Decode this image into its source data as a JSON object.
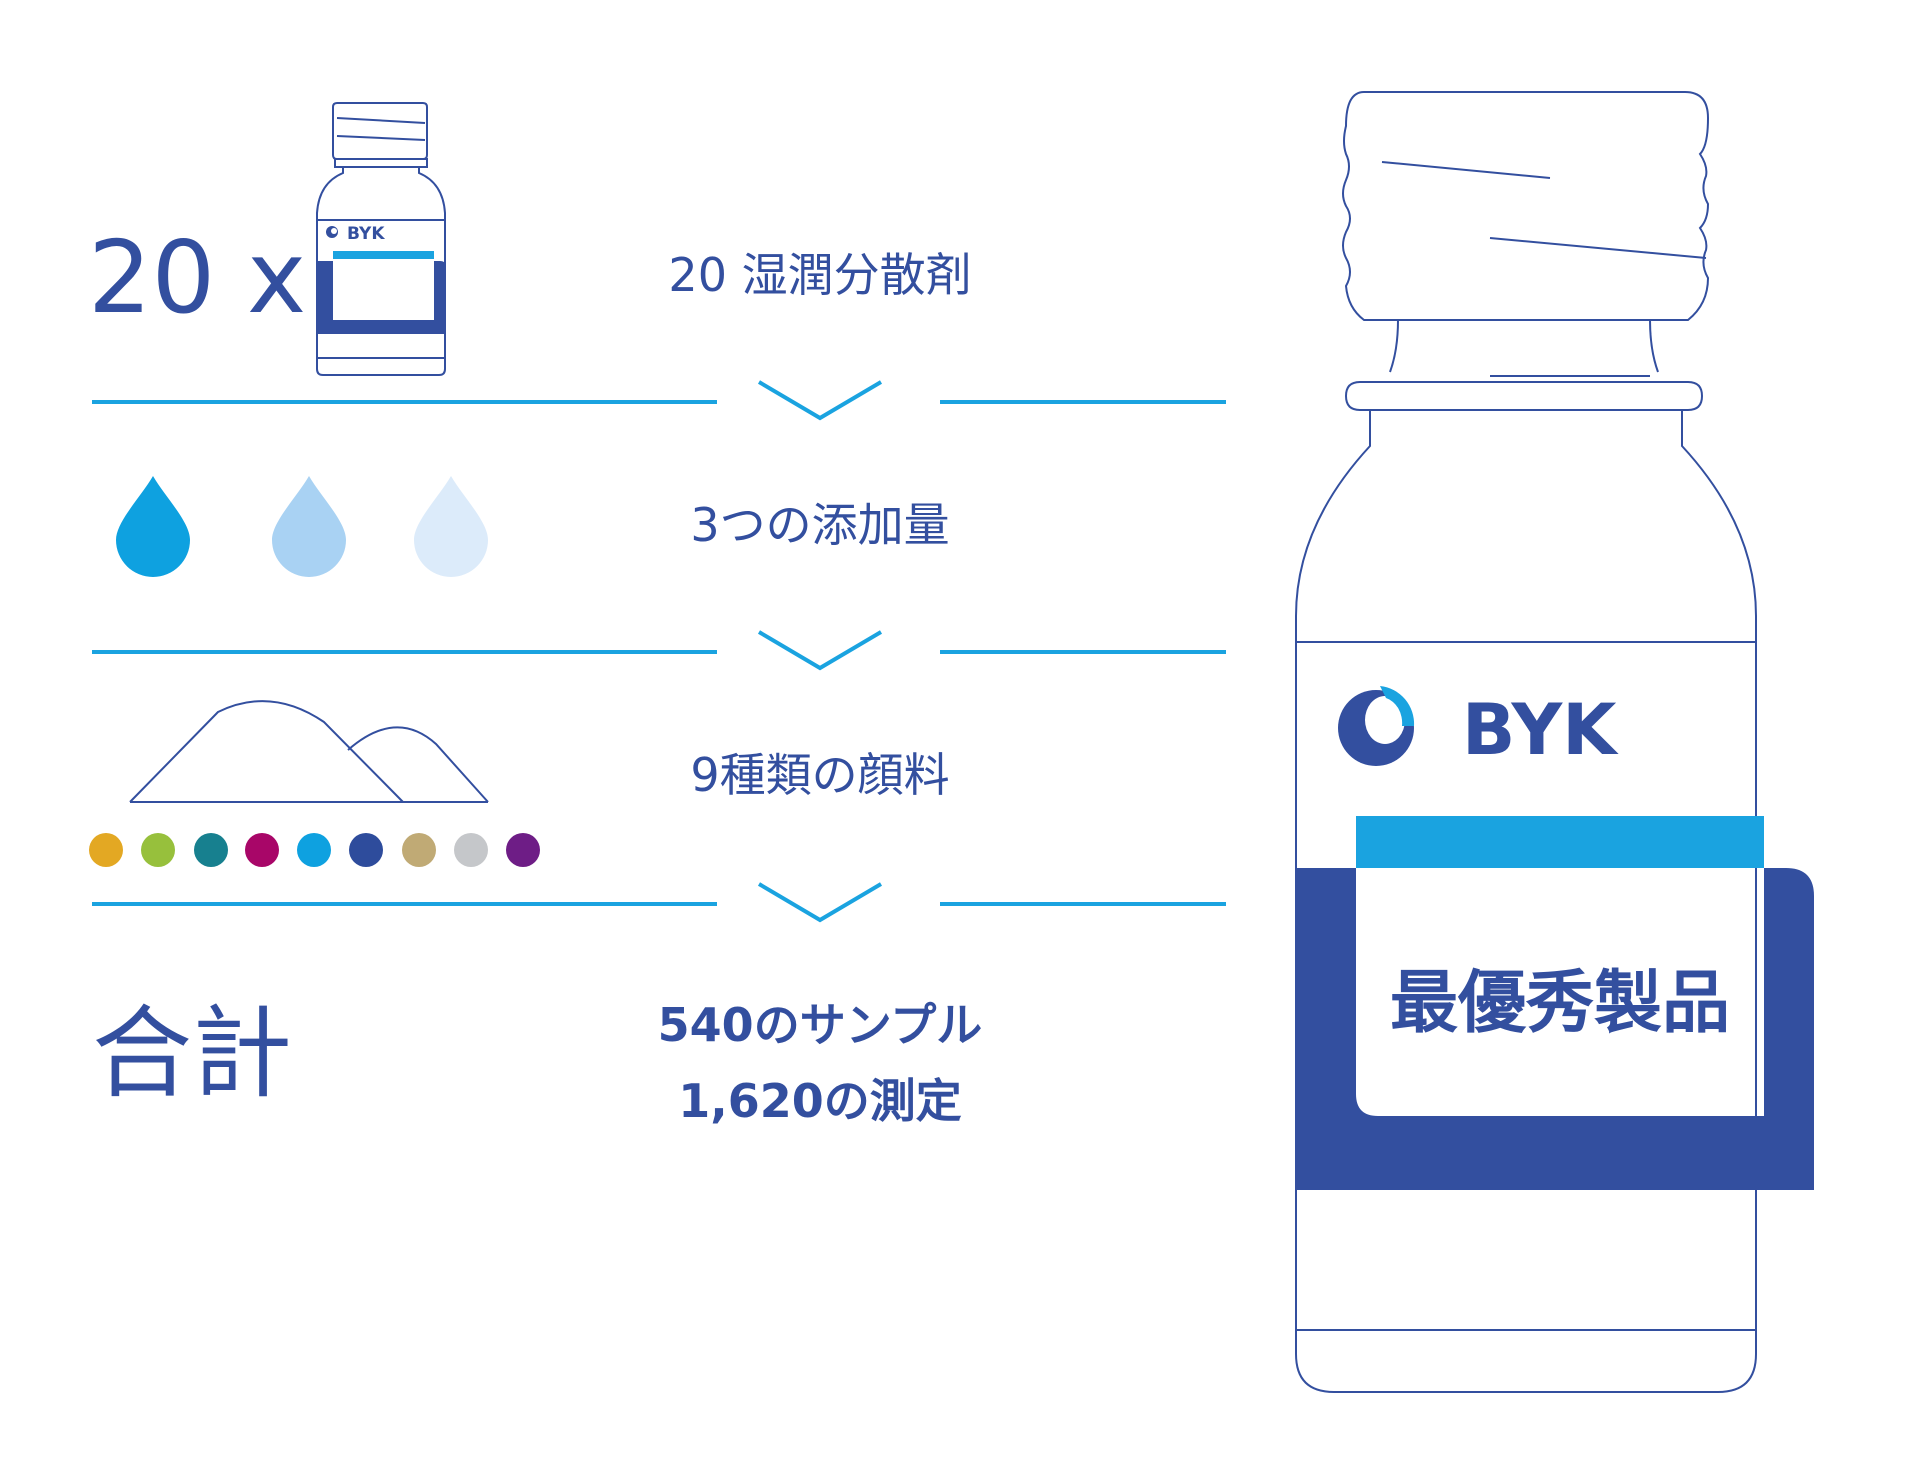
{
  "multiplier_label": "20 x",
  "total_label": "合計",
  "small_bottle": {
    "brand": "BYK"
  },
  "steps": [
    {
      "text": "20 湿潤分散剤"
    },
    {
      "text": "3つの添加量"
    },
    {
      "text": "9種類の顔料"
    }
  ],
  "result": {
    "line1": "540のサンプル",
    "line2": "1,620の測定"
  },
  "big_bottle": {
    "brand": "BYK",
    "label": "最優秀製品"
  },
  "colors": {
    "navy": "#334f9f",
    "accent": "#1aa3e0",
    "drop_levels": [
      "#0ea1e0",
      "#a9d2f3",
      "#dcebfa"
    ],
    "pigments": [
      "#e3a823",
      "#97c03c",
      "#17808f",
      "#a80668",
      "#0ea1e0",
      "#2e4c9c",
      "#c0aa75",
      "#c5c7ca",
      "#6e1d86"
    ]
  }
}
